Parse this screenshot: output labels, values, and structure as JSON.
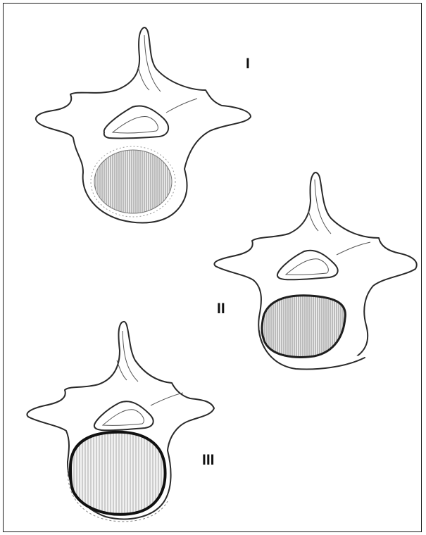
{
  "figure": {
    "labels": {
      "one": "I",
      "two": "II",
      "three": "III"
    },
    "colors": {
      "outline": "#2a2a2a",
      "hatch": "#8a8a8a",
      "paper": "#ffffff"
    }
  }
}
